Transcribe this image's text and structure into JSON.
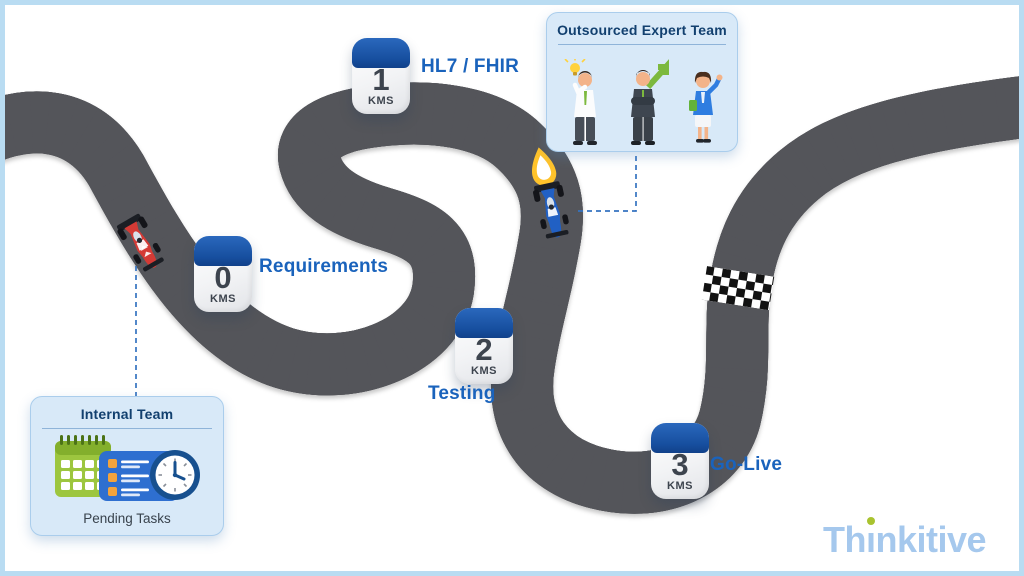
{
  "frame": {
    "border_color": "#b9dcf2",
    "background": "#ffffff"
  },
  "road": {
    "asphalt_color": "#5b5c5e",
    "edge_line_color": "#ffffff",
    "outline_color": "#54555a",
    "finish_line": "checkered-flag-band"
  },
  "milestones": [
    {
      "value": "0",
      "unit": "KMS",
      "label": "Requirements"
    },
    {
      "value": "1",
      "unit": "KMS",
      "label": "HL7 / FHIR"
    },
    {
      "value": "2",
      "unit": "KMS",
      "label": "Testing"
    },
    {
      "value": "3",
      "unit": "KMS",
      "label": "Go-Live"
    }
  ],
  "cards": {
    "outsourced": {
      "title": "Outsourced Expert Team",
      "people": [
        "businessman-idea-lightbulb",
        "businessman-growth-arrow",
        "businesswoman-report"
      ]
    },
    "internal": {
      "title": "Internal Team",
      "caption": "Pending Tasks",
      "icons": [
        "calendar-icon",
        "task-list-icon",
        "clock-icon"
      ]
    }
  },
  "vehicles": [
    {
      "name": "red-race-car",
      "color": "#d43a35"
    },
    {
      "name": "blue-race-car",
      "color": "#2160c4",
      "effect": "boost-flame"
    }
  ],
  "logo": {
    "prefix": "Th",
    "dotless_i": "ı",
    "suffix": "nkitive",
    "text_color": "#a5c8ed",
    "dot_color": "#a9c32f"
  },
  "accent_blue": "#1a63bc"
}
